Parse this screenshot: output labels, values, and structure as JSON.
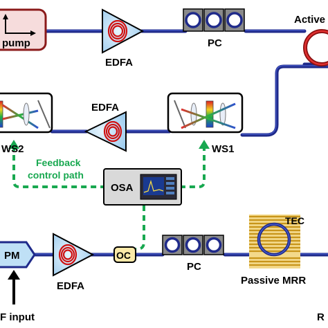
{
  "labels": {
    "pump": "pump",
    "pc_top": "PC",
    "edfa_top": "EDFA",
    "active": "Active",
    "edfa_mid": "EDFA",
    "ws2": "WS2",
    "ws1": "WS1",
    "feedback_line1": "Feedback",
    "feedback_line2": "control path",
    "osa": "OSA",
    "pm": "PM",
    "oc": "OC",
    "pc_bottom": "PC",
    "tec": "TEC",
    "edfa_bottom": "EDFA",
    "passive_mrr": "Passive MRR",
    "rf_input": "F input",
    "rf_right": "R"
  },
  "colors": {
    "fiber": "#1f2a8a",
    "feedback": "#18a850",
    "pump_box": "#f6dcdc",
    "pump_border": "#8b1a1a",
    "amplifier": "#bfe0f6",
    "coil": "#d01010",
    "pm_box": "#bfe0f6",
    "osa_box": "#d9d9d9",
    "oc_box": "#fbe9a8",
    "tec": "#d9a520"
  },
  "icons": [
    "pump-pulse-icon",
    "edfa-coil-icon",
    "polarization-controller-icon",
    "ring-resonator-icon",
    "grating-icon",
    "spectrum-screen-icon",
    "arrow-up-icon"
  ]
}
